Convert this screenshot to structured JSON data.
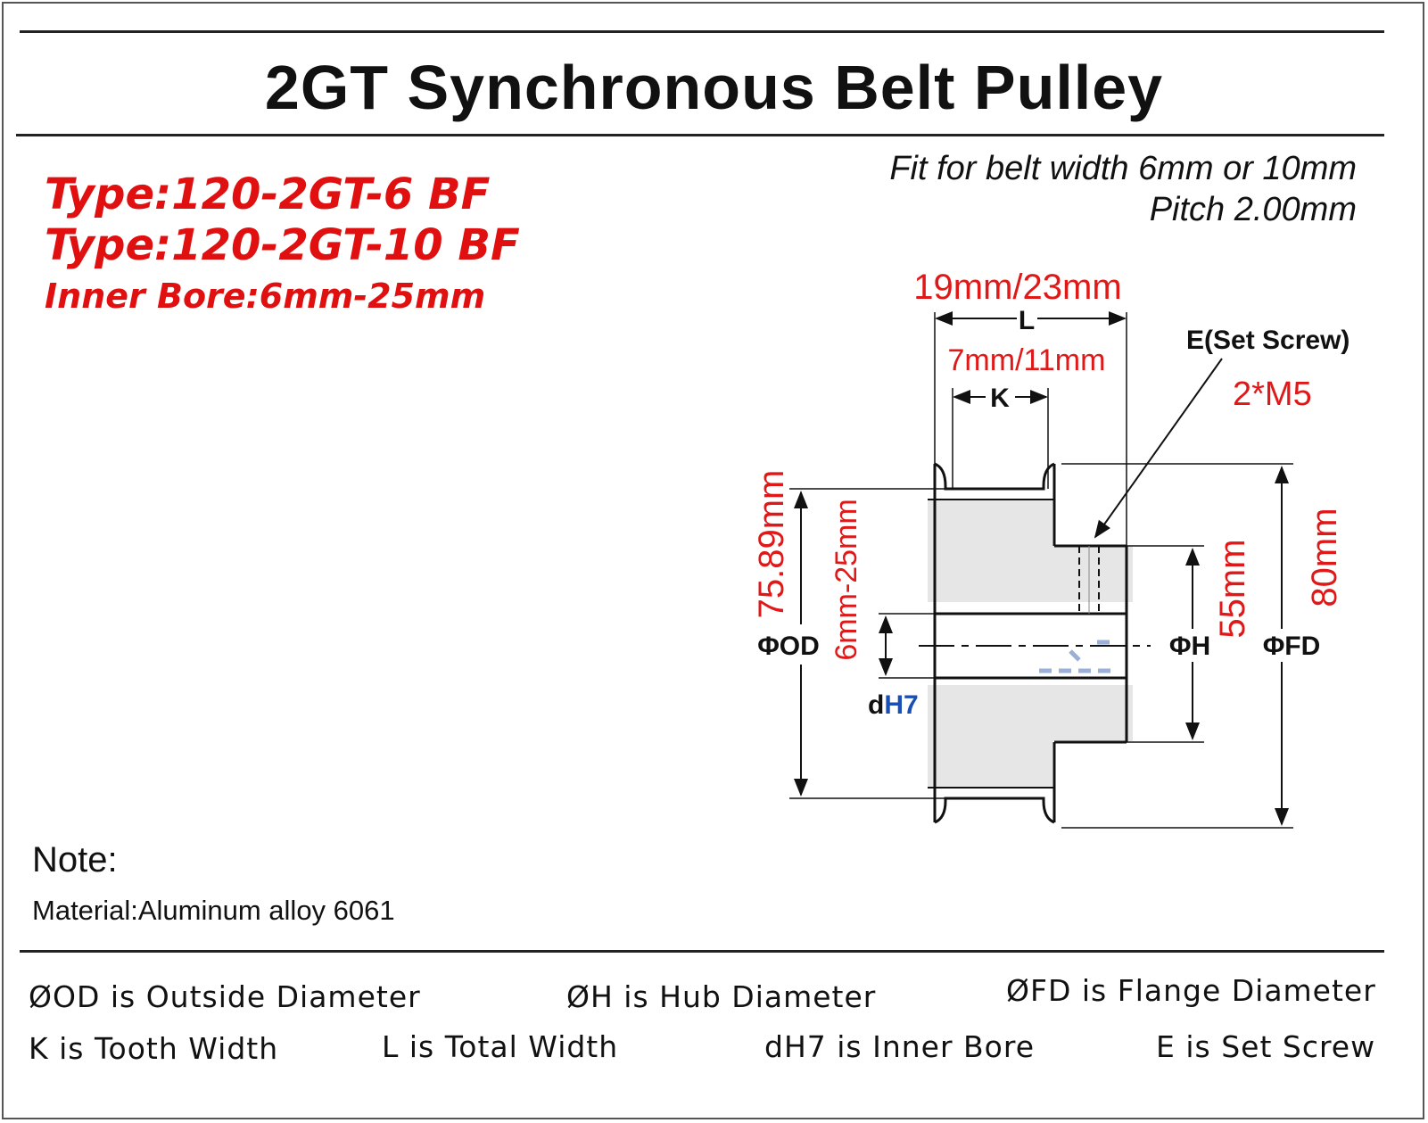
{
  "title": "2GT Synchronous Belt Pulley",
  "types": {
    "type1": "Type:120-2GT-6 BF",
    "type2": "Type:120-2GT-10 BF",
    "bore": "Inner Bore:6mm-25mm"
  },
  "specs": {
    "belt_width": "Fit for belt width 6mm or 10mm",
    "pitch": "Pitch 2.00mm"
  },
  "diagram": {
    "total_width_value": "19mm/23mm",
    "total_width_symbol": "L",
    "tooth_width_value": "7mm/11mm",
    "tooth_width_symbol": "K",
    "set_screw_label": "E(Set Screw)",
    "set_screw_value": "2*M5",
    "od_value": "75.89mm",
    "od_symbol": "ΦOD",
    "bore_value": "6mm-25mm",
    "bore_symbol_d": "d",
    "bore_symbol_h7": "H7",
    "hub_value": "55mm",
    "hub_symbol": "ΦH",
    "flange_value": "80mm",
    "flange_symbol": "ΦFD",
    "colors": {
      "red": "#e01818",
      "blue": "#1a4fb5",
      "black": "#111111"
    }
  },
  "note": {
    "heading": "Note:",
    "material": "Material:Aluminum alloy 6061"
  },
  "legend": {
    "od": "ØOD is Outside Diameter",
    "h": "ØH is Hub Diameter",
    "fd": "ØFD is Flange Diameter",
    "k": "K is Tooth Width",
    "l": "L is Total Width",
    "dh7": "dH7 is Inner Bore",
    "e": "E is Set Screw"
  }
}
